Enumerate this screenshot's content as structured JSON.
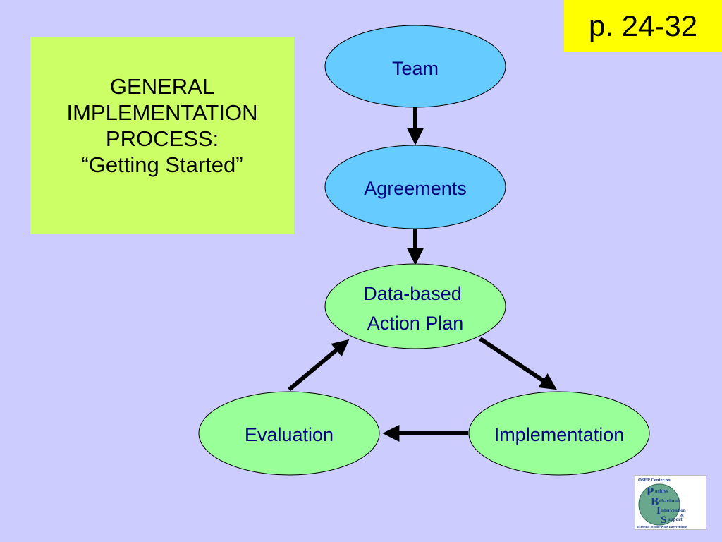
{
  "title": {
    "line1": "GENERAL",
    "line2": "IMPLEMENTATION",
    "line3": "PROCESS:",
    "line4": "“Getting Started”"
  },
  "page_ref": "p. 24-32",
  "nodes": {
    "team": "Team",
    "agreements": "Agreements",
    "action_plan_line1": "Data-based",
    "action_plan_line2": "Action Plan",
    "evaluation": "Evaluation",
    "implementation": "Implementation"
  },
  "logo": {
    "header": "OSEP Center on",
    "letters": [
      "P",
      "B",
      "I",
      "S"
    ],
    "words": [
      "ositive",
      "ehavioral",
      "ntervention",
      "upport"
    ],
    "amp": "&",
    "footer": "Effective School-Wide Interventions"
  },
  "colors": {
    "background": "#CCCCFF",
    "title_box": "#CCFF66",
    "page_ref_box": "#FFFF00",
    "node_blue": "#66CCFF",
    "node_green": "#99FF99",
    "text_node": "#000080"
  }
}
